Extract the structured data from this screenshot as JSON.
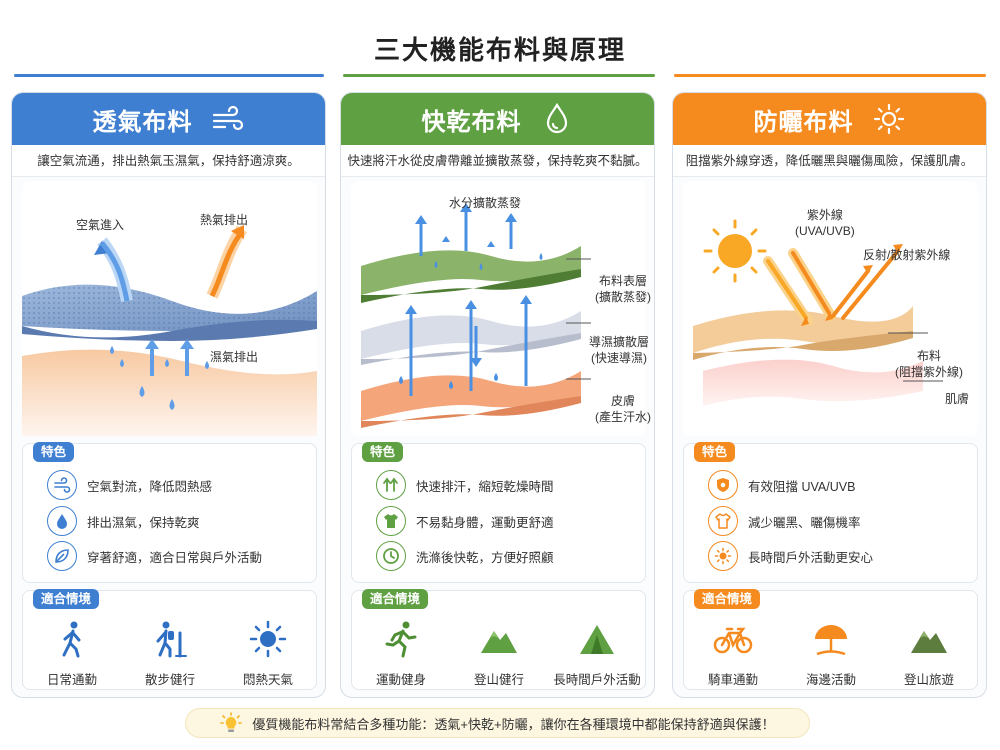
{
  "title": "三大機能布料與原理",
  "labels": {
    "features": "特色",
    "scenarios": "適合情境"
  },
  "colors": {
    "blue": "#3f7fd1",
    "green": "#5fa043",
    "orange": "#f58a1f"
  },
  "panels": [
    {
      "name": "透氣布料",
      "icon": "wind-icon",
      "desc": "讓空氣流通，排出熱氣玉濕氣，保持舒適涼爽。",
      "illus": {
        "air_in": "空氣進入",
        "heat_out": "熱氣排出",
        "moisture_out": "濕氣排出"
      },
      "features": [
        {
          "icon": "wind-icon",
          "text": "空氣對流，降低悶熱感"
        },
        {
          "icon": "droplet-icon",
          "text": "排出濕氣，保持乾爽"
        },
        {
          "icon": "leaf-icon",
          "text": "穿著舒適，適合日常與戶外活動"
        }
      ],
      "scenarios": [
        {
          "icon": "walking-person-icon",
          "text": "日常通勤"
        },
        {
          "icon": "hiking-person-icon",
          "text": "散步健行"
        },
        {
          "icon": "sun-icon",
          "text": "悶熱天氣"
        }
      ]
    },
    {
      "name": "快乾布料",
      "icon": "droplet-icon",
      "desc": "快速將汗水從皮膚帶離並擴散蒸發，保持乾爽不黏膩。",
      "illus": {
        "evaporate": "水分擴散蒸發",
        "surface_l1": "布料表層",
        "surface_l2": "(擴散蒸發)",
        "wick_l1": "導濕擴散層",
        "wick_l2": "(快速導濕)",
        "skin_l1": "皮膚",
        "skin_l2": "(產生汗水)"
      },
      "features": [
        {
          "icon": "arrows-up-icon",
          "text": "快速排汗，縮短乾燥時間"
        },
        {
          "icon": "tshirt-icon",
          "text": "不易黏身體，運動更舒適"
        },
        {
          "icon": "clock-icon",
          "text": "洗滌後快乾，方便好照顧"
        }
      ],
      "scenarios": [
        {
          "icon": "running-person-icon",
          "text": "運動健身"
        },
        {
          "icon": "mountain-icon",
          "text": "登山健行"
        },
        {
          "icon": "tent-icon",
          "text": "長時間戶外活動"
        }
      ]
    },
    {
      "name": "防曬布料",
      "icon": "sun-icon",
      "desc": "阻擋紫外線穿透，降低曬黑與曬傷風險，保護肌膚。",
      "illus": {
        "uv_l1": "紫外線",
        "uv_l2": "(UVA/UVB)",
        "reflect": "反射/散射紫外線",
        "fabric_l1": "布料",
        "fabric_l2": "(阻擋紫外線)",
        "skin": "肌膚"
      },
      "features": [
        {
          "icon": "shield-icon",
          "text": "有效阻擋 UVA/UVB"
        },
        {
          "icon": "tshirt-icon",
          "text": "減少曬黑、曬傷機率"
        },
        {
          "icon": "sun-icon",
          "text": "長時間戶外活動更安心"
        }
      ],
      "scenarios": [
        {
          "icon": "bicycle-icon",
          "text": "騎車通勤"
        },
        {
          "icon": "beach-umbrella-icon",
          "text": "海邊活動"
        },
        {
          "icon": "mountain-icon",
          "text": "登山旅遊"
        }
      ]
    }
  ],
  "footer": {
    "icon": "lightbulb-icon",
    "text": "優質機能布料常結合多種功能：透氣+快乾+防曬，讓你在各種環境中都能保持舒適與保護！"
  }
}
